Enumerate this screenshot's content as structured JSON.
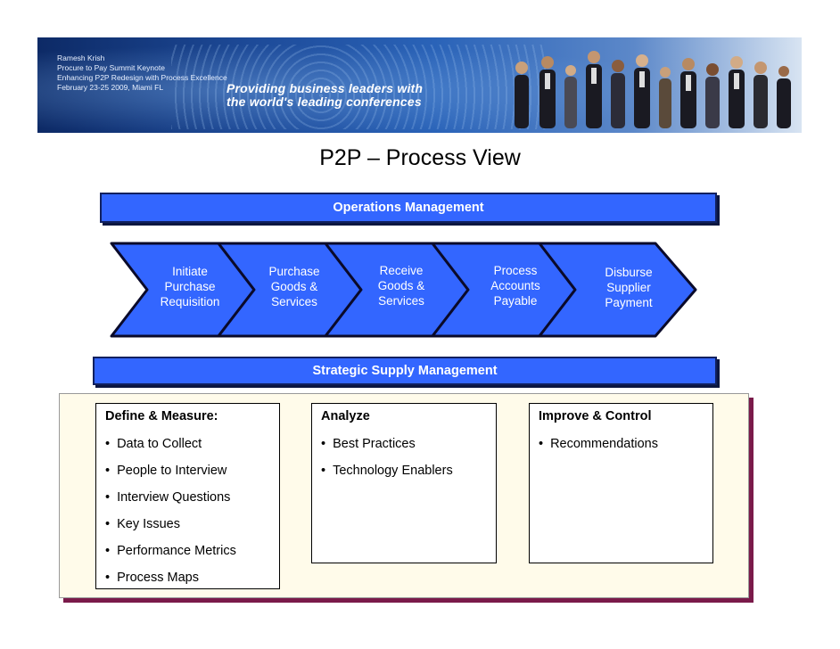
{
  "banner": {
    "meta_lines": [
      "Ramesh Krish",
      "Procure to Pay Summit Keynote",
      "Enhancing P2P Redesign with Process Excellence",
      "February 23-25 2009, Miami FL"
    ],
    "tagline_line1": "Providing business leaders with",
    "tagline_line2": "the world's leading conferences"
  },
  "slide_title": "P2P – Process View",
  "operations_bar": "Operations Management",
  "process_steps": [
    {
      "lines": [
        "Initiate",
        "Purchase",
        "Requisition"
      ]
    },
    {
      "lines": [
        "Purchase",
        "Goods &",
        "Services"
      ]
    },
    {
      "lines": [
        "Receive",
        "Goods &",
        "Services"
      ]
    },
    {
      "lines": [
        "Process",
        "Accounts",
        "Payable"
      ]
    },
    {
      "lines": [
        "Disburse",
        "Supplier",
        "Payment"
      ]
    }
  ],
  "strategic_bar": "Strategic Supply Management",
  "boxes": [
    {
      "heading": "Define & Measure:",
      "items": [
        "Data to Collect",
        "People to Interview",
        "Interview Questions",
        "Key Issues",
        "Performance Metrics",
        "Process Maps"
      ]
    },
    {
      "heading": "Analyze",
      "items": [
        "Best Practices",
        "Technology Enablers"
      ]
    },
    {
      "heading": "Improve & Control",
      "items": [
        "Recommendations"
      ]
    }
  ],
  "colors": {
    "bar_fill": "#3366ff",
    "bar_border": "#10205e",
    "panel_bg": "#fffbea",
    "panel_shadow": "#7a1a4a"
  }
}
